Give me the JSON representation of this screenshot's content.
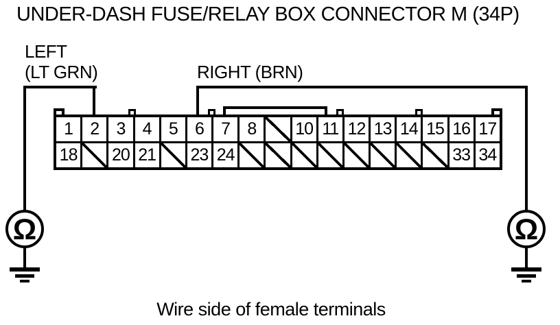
{
  "title": "UNDER-DASH FUSE/RELAY BOX CONNECTOR M (34P)",
  "caption": "Wire side of female terminals",
  "labels": {
    "left_line1": "LEFT",
    "left_line2": "(LT GRN)",
    "right": "RIGHT (BRN)"
  },
  "connector": {
    "rows": [
      [
        "1",
        "2",
        "3",
        "4",
        "5",
        "6",
        "7",
        "8",
        null,
        "10",
        "11",
        "12",
        "13",
        "14",
        "15",
        "16",
        "17"
      ],
      [
        "18",
        null,
        "20",
        "21",
        null,
        "23",
        "24",
        null,
        null,
        null,
        null,
        null,
        null,
        null,
        null,
        "33",
        "34"
      ]
    ]
  },
  "ground": {
    "symbol": "Ω"
  },
  "colors": {
    "line": "#000000",
    "background": "#ffffff"
  }
}
